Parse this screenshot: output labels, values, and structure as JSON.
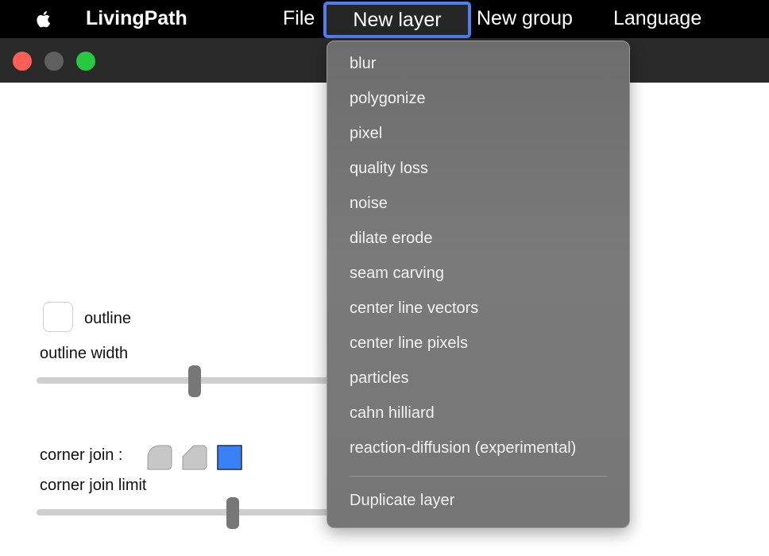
{
  "menubar": {
    "app_name": "LivingPath",
    "items": [
      "File",
      "New layer",
      "New group",
      "Language"
    ],
    "active_item": "New layer",
    "icons": [
      "apple-icon"
    ]
  },
  "titlebar": {
    "controls": [
      "close",
      "minimize",
      "maximize"
    ],
    "colors": {
      "close": "#ff5f57",
      "minimize": "#5f5f5f",
      "maximize": "#28c840"
    }
  },
  "controls": {
    "outline_label": "outline",
    "outline_checked": false,
    "outline_width_label": "outline width",
    "outline_width_value": 0.52,
    "corner_join_label": "corner join :",
    "corner_join_options": [
      "round",
      "bevel",
      "miter"
    ],
    "corner_join_selected": "miter",
    "corner_join_limit_label": "corner join limit",
    "corner_join_limit_value": 0.65
  },
  "dropdown": {
    "items": [
      "blur",
      "polygonize",
      "pixel",
      "quality loss",
      "noise",
      "dilate erode",
      "seam carving",
      "center line vectors",
      "center line pixels",
      "particles",
      "cahn hilliard",
      "reaction-diffusion (experimental)"
    ],
    "footer_item": "Duplicate layer"
  },
  "colors": {
    "accent": "#4f7ef0",
    "selected_join": "#3a80f7",
    "menubar_bg": "#000000",
    "dropdown_bg": "#757575"
  }
}
